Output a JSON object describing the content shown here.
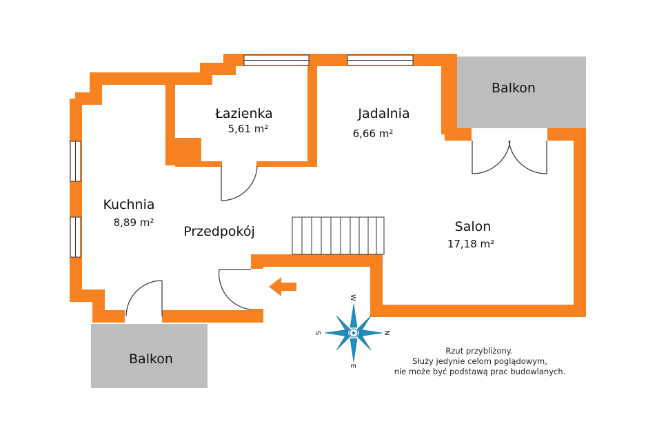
{
  "colors": {
    "wall": "#f7821f",
    "balcony": "#bdbdbd",
    "door_line": "#333333",
    "compass": "#1f8fc0",
    "background": "#ffffff"
  },
  "rooms": [
    {
      "id": "lazienka",
      "name": "Łazienka",
      "area": "5,61 m²"
    },
    {
      "id": "jadalnia",
      "name": "Jadalnia",
      "area": "6,66 m²"
    },
    {
      "id": "kuchnia",
      "name": "Kuchnia",
      "area": "8,89 m²"
    },
    {
      "id": "przedpokoj",
      "name": "Przedpokój",
      "area": ""
    },
    {
      "id": "salon",
      "name": "Salon",
      "area": "17,18 m²"
    }
  ],
  "balconies": {
    "top_right": "Balkon",
    "bottom_left": "Balkon"
  },
  "compass": {
    "top": "W",
    "right": "N",
    "bottom": "E",
    "left": "S"
  },
  "note": {
    "line1": "Rzut przybliżony.",
    "line2": "Służy jedynie celom poglądowym,",
    "line3": "nie może być podstawą prac budowlanych."
  },
  "entrance_icon": "arrow-left-icon"
}
